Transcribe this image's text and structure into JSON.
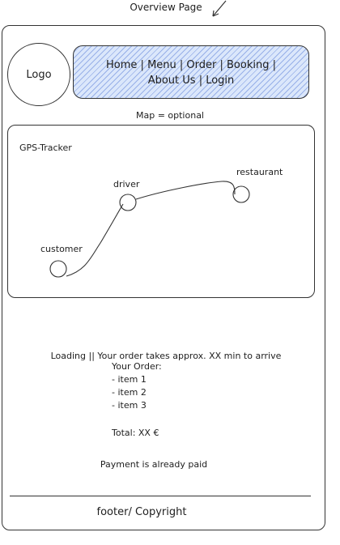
{
  "page": {
    "title": "Overview Page",
    "logo": "Logo",
    "nav": {
      "line1": "Home | Menu | Order | Booking |",
      "line2": "About Us | Login"
    },
    "map_note": "Map = optional"
  },
  "tracker": {
    "title": "GPS-Tracker",
    "nodes": [
      {
        "id": "customer",
        "label": "customer"
      },
      {
        "id": "driver",
        "label": "driver"
      },
      {
        "id": "restaurant",
        "label": "restaurant"
      }
    ]
  },
  "status": {
    "message": "Loading || Your order takes approx. XX min to arrive"
  },
  "order": {
    "heading": "Your Order:",
    "items": [
      "- item 1",
      "- item 2",
      "- item 3"
    ],
    "total": "Total: XX €",
    "payment_note": "Payment is already paid"
  },
  "footer": {
    "text": "footer/ Copyright"
  },
  "colors": {
    "stroke": "#1e1e1e",
    "nav_fill": "#dbe7fb",
    "nav_hatch": "#466ed2"
  }
}
